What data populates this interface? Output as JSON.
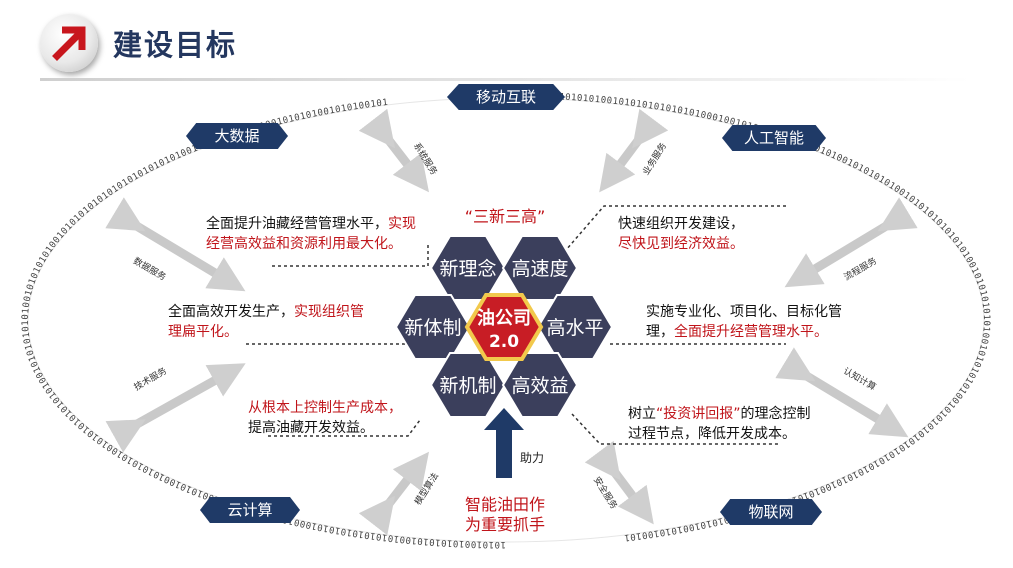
{
  "header": {
    "title": "建设目标"
  },
  "ring": {
    "binary": "1010100101010101001010101010101010001001010101010100101010010101010100101010101010101001010101010100101010101001010101010101010101010101001010101010101001010101001010100101"
  },
  "tags": {
    "top": "移动互联",
    "top_left": "大数据",
    "top_right": "人工智能",
    "bottom_left": "云计算",
    "bottom_right": "物联网"
  },
  "side_labels": {
    "l1": "系统服务",
    "l2": "数据服务",
    "l3": "技术服务",
    "l4": "模型算法",
    "r1": "业务服务",
    "r2": "流程服务",
    "r3": "认知计算",
    "r4": "安全服务"
  },
  "center": {
    "heading": "“三新三高”",
    "core_line1": "油公司",
    "core_line2": "2.0",
    "hex": {
      "new_concept": "新理念",
      "high_speed": "高速度",
      "new_system": "新体制",
      "high_level": "高水平",
      "new_mechanism": "新机制",
      "high_efficiency": "高效益"
    },
    "assist_label": "助力",
    "bottom_line1": "智能油田作",
    "bottom_line2": "为重要抓手"
  },
  "descriptions": {
    "d1_black": "全面提升油藏经营管理水平，",
    "d1_red_a": "实现",
    "d1_red_b": "经营高效益和资源利用最大化。",
    "d2_black": "全面高效开发生产，",
    "d2_red_a": "实现组织管",
    "d2_red_b": "理扁平化。",
    "d3_red": "从根本上控制生产成本，",
    "d3_black": "提高油藏开发效益。",
    "d4_black": "快速组织开发建设，",
    "d4_red": "尽快见到经济效益。",
    "d5_black_a": "实施专业化、项目化、目标化管",
    "d5_black_b": "理，",
    "d5_red": "全面提升经营管理水平。",
    "d6_black_a": "树立",
    "d6_red": "“投资讲回报”",
    "d6_black_b": "的理念控制",
    "d6_black_c": "过程节点，降低开发成本。"
  },
  "colors": {
    "navy": "#1f3a67",
    "hex_fill": "#3b3f5c",
    "accent_red": "#c0141a",
    "core_red": "#c81d25",
    "gold": "#f2c94c"
  }
}
